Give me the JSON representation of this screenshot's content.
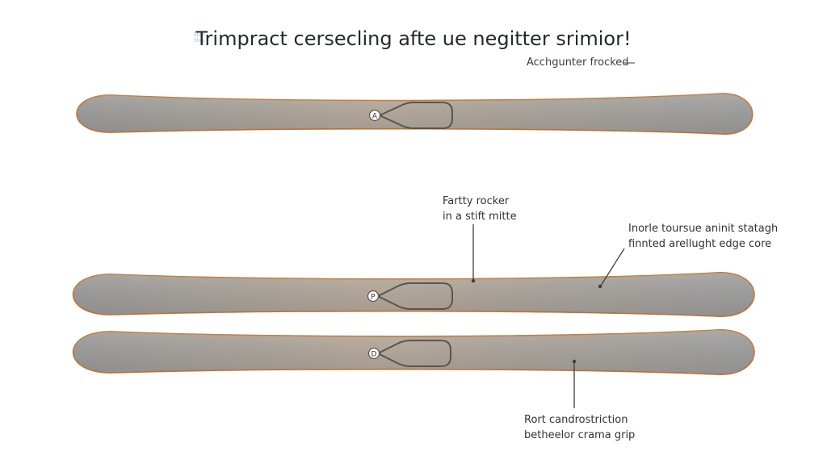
{
  "title": "Trimpract cersecling afte ue negitter srimior!",
  "subtitle": "Acchgunter frocked",
  "logo_mark": "Stee Stea",
  "colors": {
    "ski_fill_start": "#9a9a9a",
    "ski_fill_mid": "#b3a79a",
    "ski_fill_end": "#a0a0a0",
    "ski_edge": "#c07a3a",
    "binding": "#5a5550",
    "leader": "#3f3f3f"
  },
  "skis": [
    {
      "id": "ski-1",
      "marker": "A"
    },
    {
      "id": "ski-2",
      "marker": "P"
    },
    {
      "id": "ski-3",
      "marker": "D"
    }
  ],
  "callouts": [
    {
      "id": "callout-rocker",
      "lines": [
        "Fartty rocker",
        "in a stift mitte"
      ]
    },
    {
      "id": "callout-edge-core",
      "lines": [
        "Inorle toursue aninit statagh",
        "finnted arellught edge core"
      ]
    },
    {
      "id": "callout-construction",
      "lines": [
        "Rort candrostriction",
        "betheelor crama grip"
      ]
    }
  ]
}
